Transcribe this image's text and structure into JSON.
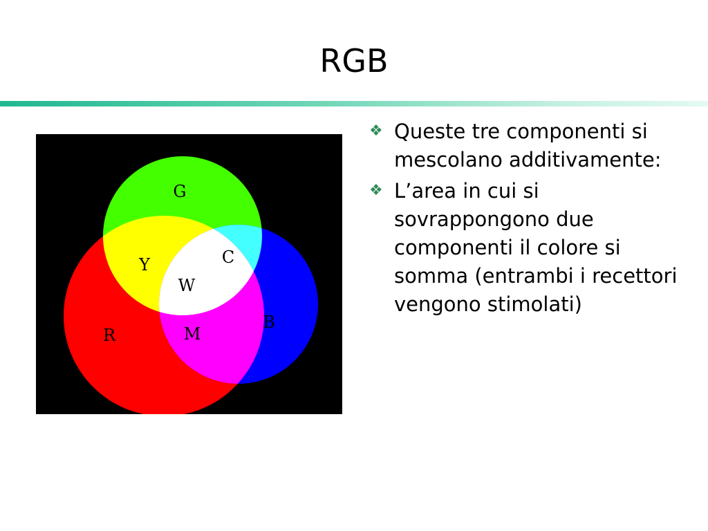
{
  "slide": {
    "title": "RGB"
  },
  "diagram": {
    "labels": {
      "g": "G",
      "y": "Y",
      "c": "C",
      "w": "W",
      "r": "R",
      "m": "M",
      "b": "B"
    },
    "colors": {
      "red": "#ff0000",
      "green": "#44ff00",
      "blue": "#0000ff",
      "yellow": "#ffff00",
      "cyan": "#44ffff",
      "magenta": "#ff00ff",
      "white": "#ffffff",
      "background": "#000000"
    }
  },
  "bullets": [
    {
      "icon": "diamond-bullet-icon",
      "text": "Queste tre componenti si mescolano additivamente:"
    },
    {
      "icon": "diamond-bullet-icon",
      "text": "L’area in cui si sovrappongono due componenti il colore si somma (entrambi i recettori vengono stimolati)"
    }
  ]
}
